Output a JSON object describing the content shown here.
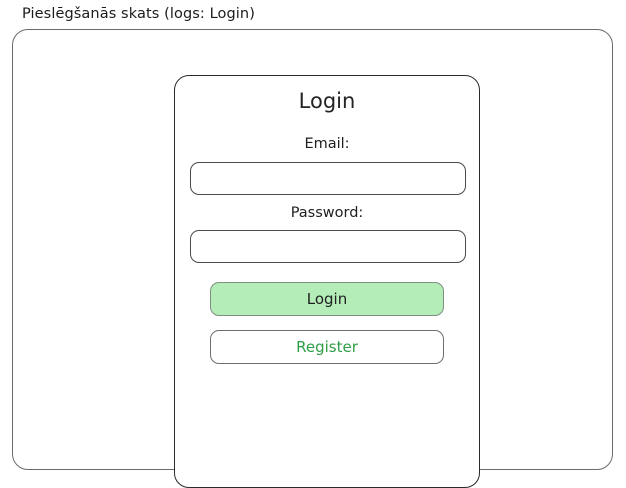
{
  "caption": {
    "text": "Pieslēgšanās skats (logs: Login)"
  },
  "window": {
    "name": "Login"
  },
  "login_card": {
    "title": "Login",
    "fields": [
      {
        "label": "Email:",
        "value": "",
        "placeholder": ""
      },
      {
        "label": "Password:",
        "value": "",
        "placeholder": ""
      }
    ],
    "buttons": [
      {
        "label": "Login",
        "style": "primary",
        "background": "#b4edb8",
        "text_color": "#1f1f1f"
      },
      {
        "label": "Register",
        "style": "secondary",
        "background": "#ffffff",
        "text_color": "#2f9e46"
      }
    ]
  },
  "colors": {
    "accent_green_fill": "#b4edb8",
    "accent_green_text": "#2f9e46",
    "frame_border": "#6b6b6b",
    "card_border": "#2a2a2a",
    "text_primary": "#1a1a1a",
    "page_background": "#ffffff"
  }
}
